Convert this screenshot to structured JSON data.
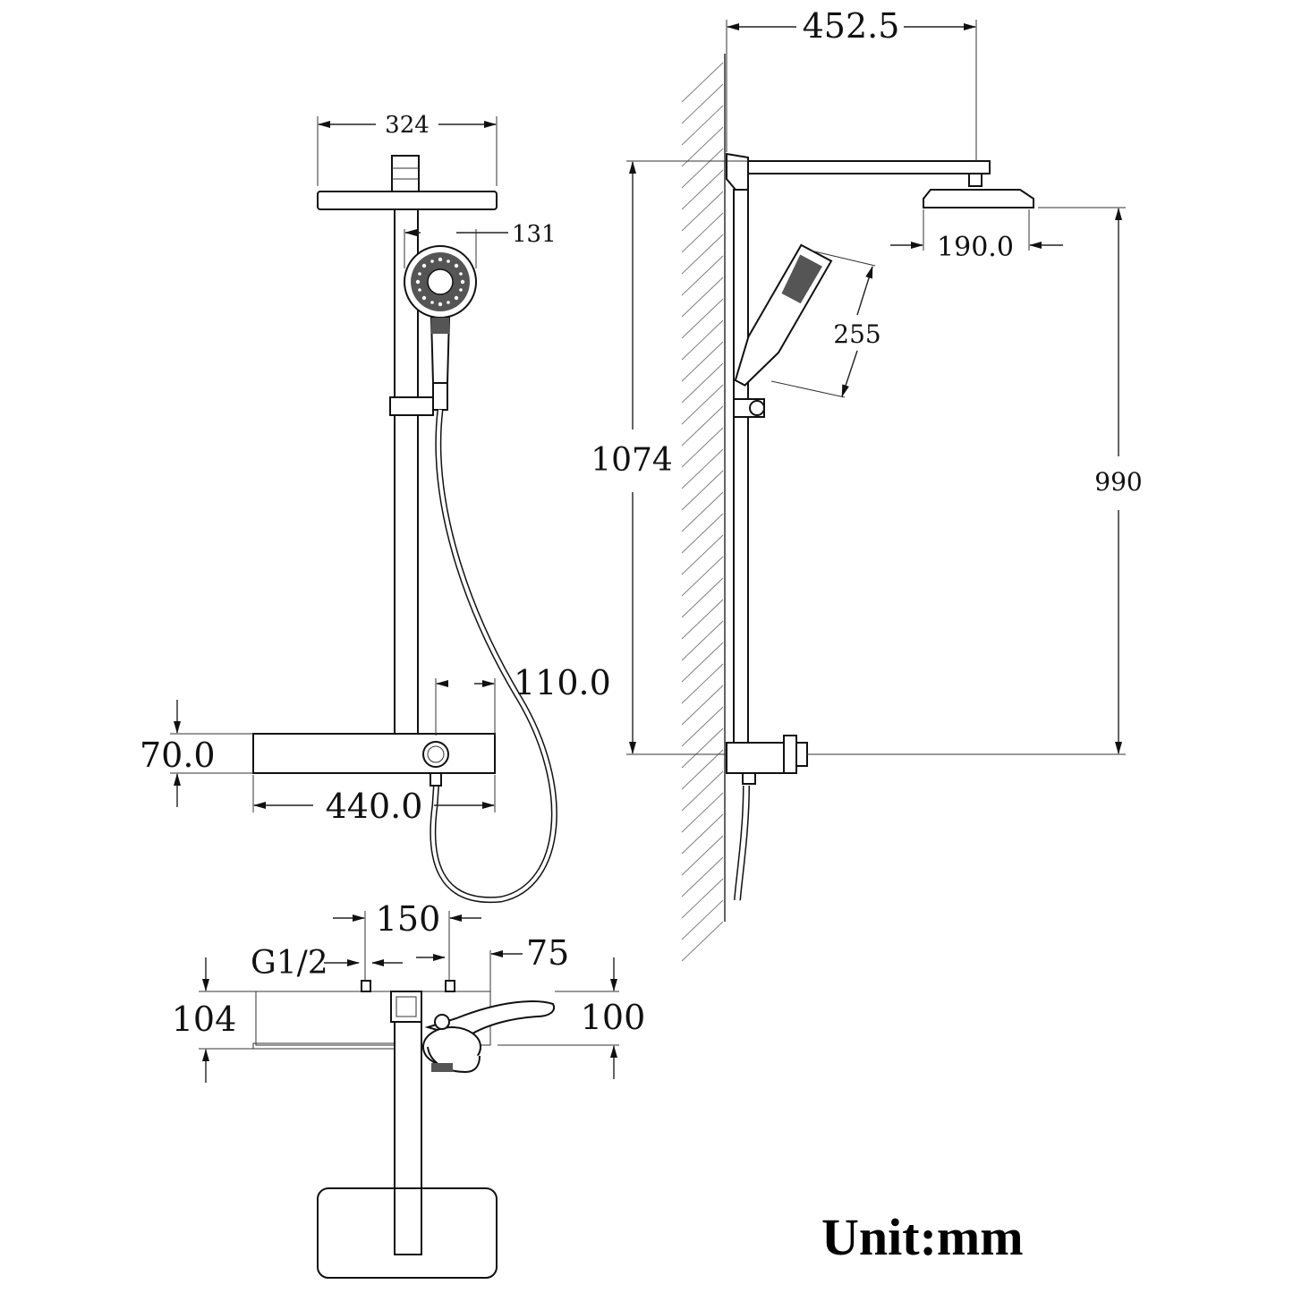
{
  "dimensions": {
    "front_head_width": "324",
    "hand_shower_width": "131",
    "mixer_control_offset": "110.0",
    "mixer_height": "70.0",
    "mixer_width": "440.0",
    "arm_projection": "452.5",
    "side_head_diameter": "190.0",
    "hand_shower_length": "255",
    "total_height": "1074",
    "head_to_outlet_height": "990",
    "inlet_spacing": "150",
    "inlet_thread": "G1/2",
    "wall_offset": "75",
    "top_depth_left": "104",
    "top_depth_right": "100"
  },
  "unit_label": "Unit:mm"
}
